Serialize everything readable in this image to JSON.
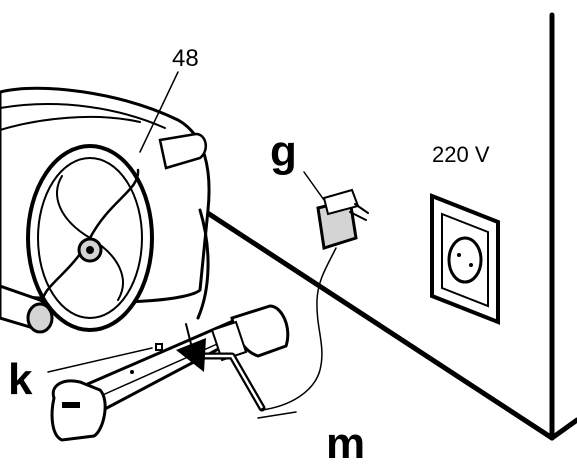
{
  "labels": {
    "part_48": "48",
    "g": "g",
    "k": "k",
    "m": "m",
    "voltage": "220 V"
  },
  "colors": {
    "ink": "#000000",
    "paper": "#ffffff",
    "shade": "#d4d4d4"
  }
}
